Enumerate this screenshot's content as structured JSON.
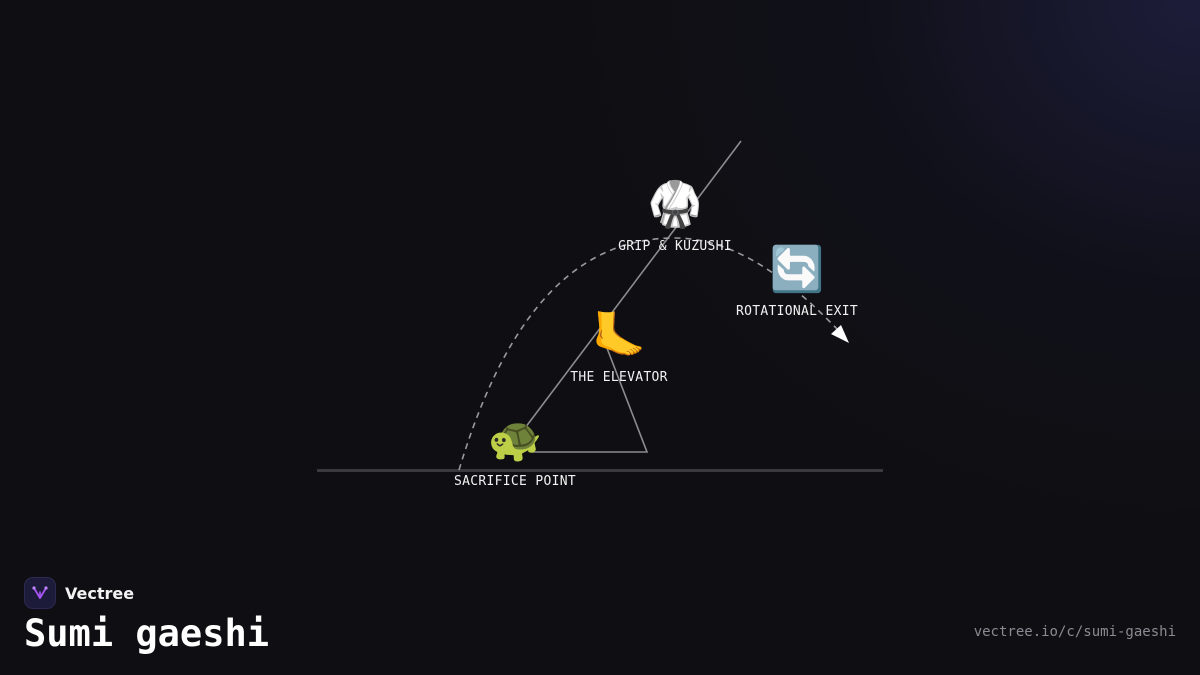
{
  "brand": {
    "name": "Vectree",
    "logo_icon": "vectree-logo-icon"
  },
  "title": "Sumi gaeshi",
  "url": "vectree.io/c/sumi-gaeshi",
  "colors": {
    "background": "#0f0f13",
    "ground": "#3a3a3e",
    "lines": "#8c8c90",
    "dashed": "#9a9a9e",
    "label": "#f2f2f2",
    "accent": "#a855f7"
  },
  "nodes": [
    {
      "id": "grip",
      "icon": "martial-arts-uniform-icon",
      "glyph": "🥋",
      "label": "GRIP & KUZUSHI"
    },
    {
      "id": "exit",
      "icon": "rotation-arrows-icon",
      "glyph": "🔄",
      "label": "ROTATIONAL EXIT"
    },
    {
      "id": "elevator",
      "icon": "foot-icon",
      "glyph": "🦶",
      "label": "THE ELEVATOR"
    },
    {
      "id": "sacrifice",
      "icon": "turtle-icon",
      "glyph": "🐢",
      "label": "SACRIFICE POINT"
    }
  ]
}
